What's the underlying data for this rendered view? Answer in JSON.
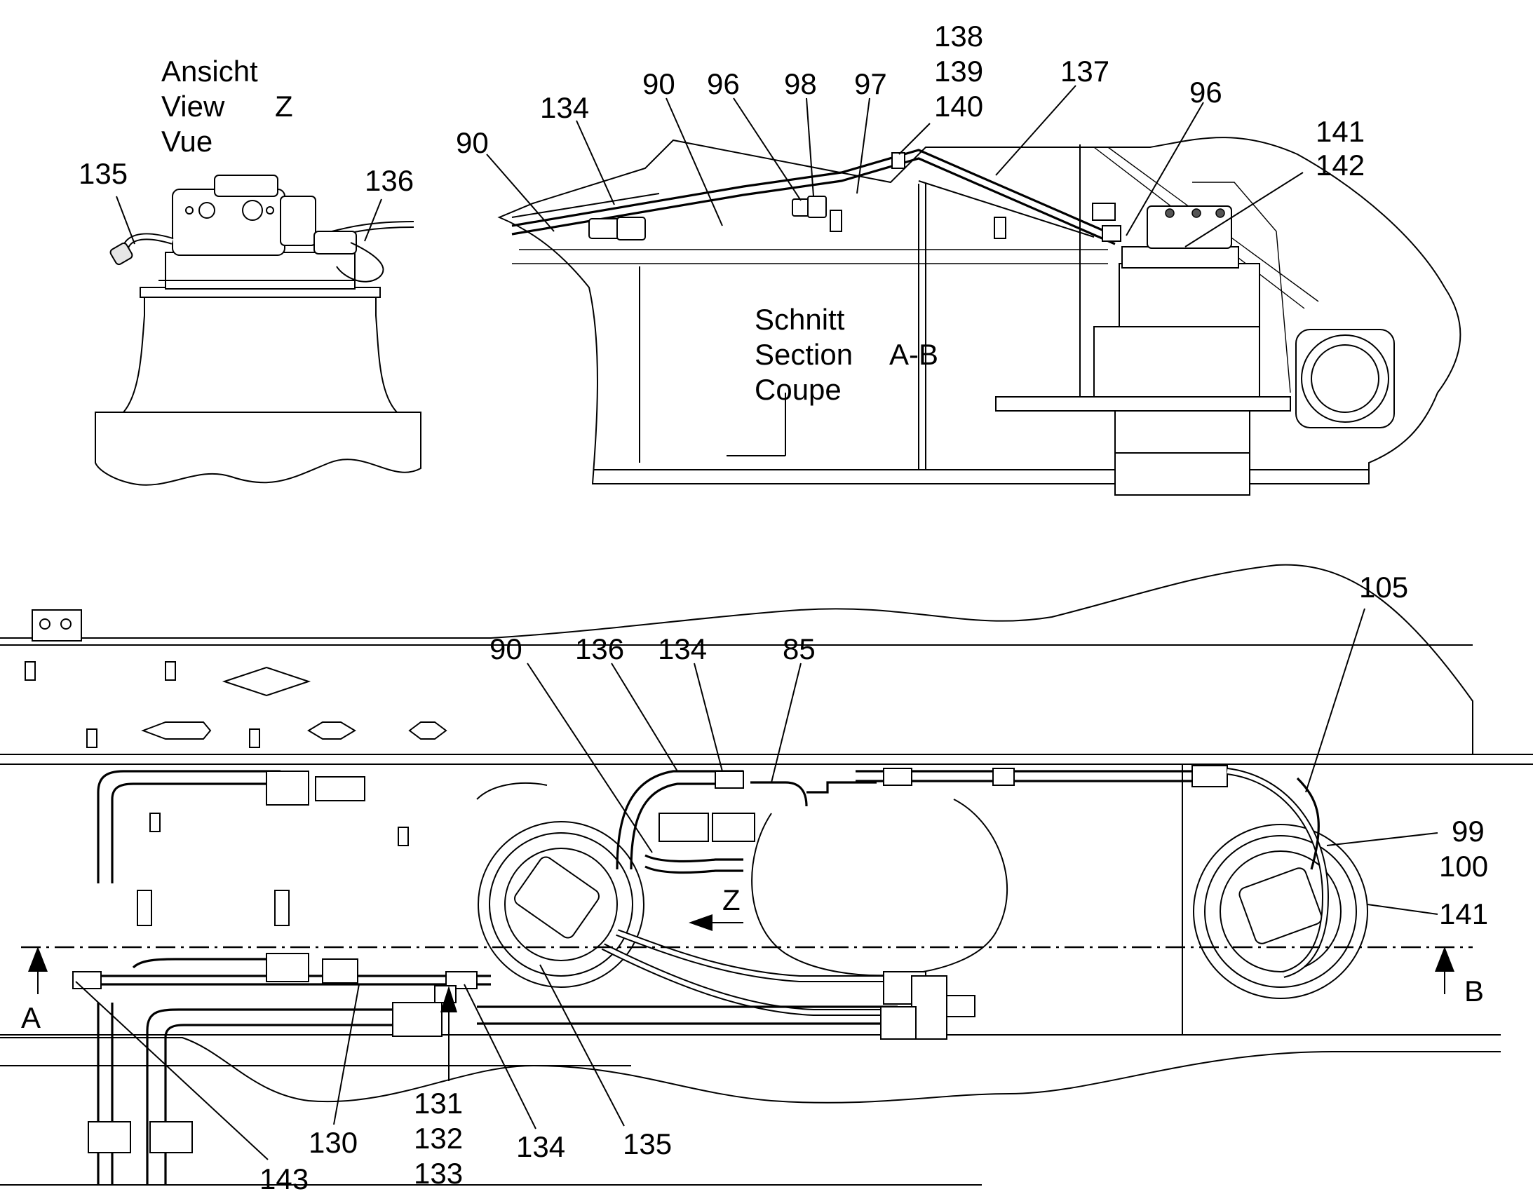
{
  "view_z": {
    "title_lines": [
      "Ansicht",
      "View",
      "Vue"
    ],
    "view_letter": "Z",
    "callouts": {
      "c135": "135",
      "c136": "136"
    }
  },
  "section_ab": {
    "title_lines": [
      "Schnitt",
      "Section",
      "Coupe"
    ],
    "section_id": "A-B",
    "callouts": {
      "c90": "90",
      "c134": "134",
      "c90b": "90",
      "c96a": "96",
      "c98": "98",
      "c97": "97",
      "c138": "138",
      "c139": "139",
      "c140": "140",
      "c137": "137",
      "c96b": "96",
      "c141": "141",
      "c142": "142"
    }
  },
  "plan_view": {
    "markers": {
      "a": "A",
      "b": "B",
      "z": "Z"
    },
    "callouts": {
      "c90": "90",
      "c136": "136",
      "c134": "134",
      "c85": "85",
      "c105": "105",
      "c99": "99",
      "c100": "100",
      "c141": "141",
      "c143": "143",
      "c130": "130",
      "c131": "131",
      "c132": "132",
      "c133": "133",
      "c134b": "134",
      "c135": "135"
    }
  }
}
